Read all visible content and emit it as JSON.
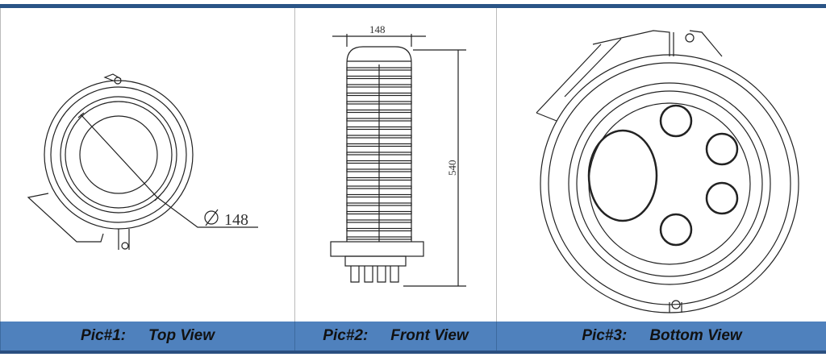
{
  "panels": [
    {
      "label": "Pic#1:",
      "title": "Top View",
      "dimension": "148",
      "dimension_symbol": "Ø"
    },
    {
      "label": "Pic#2:",
      "title": "Front View",
      "width_dimension": "148",
      "height_dimension": "540"
    },
    {
      "label": "Pic#3:",
      "title": "Bottom View"
    }
  ],
  "colors": {
    "caption_bg": "#4f81bd",
    "top_bar": "#2a5486"
  }
}
